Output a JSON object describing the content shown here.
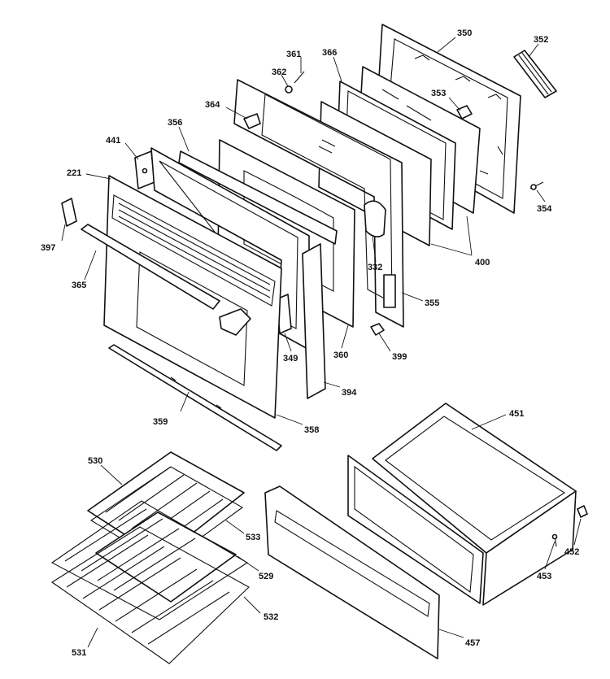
{
  "labels": {
    "p350": "350",
    "p352": "352",
    "p353": "353",
    "p354": "354",
    "p355": "355",
    "p361": "361",
    "p362": "362",
    "p364": "364",
    "p366": "366",
    "p356": "356",
    "p441": "441",
    "p221": "221",
    "p397": "397",
    "p365": "365",
    "p332": "332",
    "p400": "400",
    "p349": "349",
    "p360": "360",
    "p399": "399",
    "p394": "394",
    "p359": "359",
    "p358": "358",
    "p451": "451",
    "p452": "452",
    "p453": "453",
    "p457": "457",
    "p530": "530",
    "p533": "533",
    "p529": "529",
    "p532": "532",
    "p531": "531"
  }
}
